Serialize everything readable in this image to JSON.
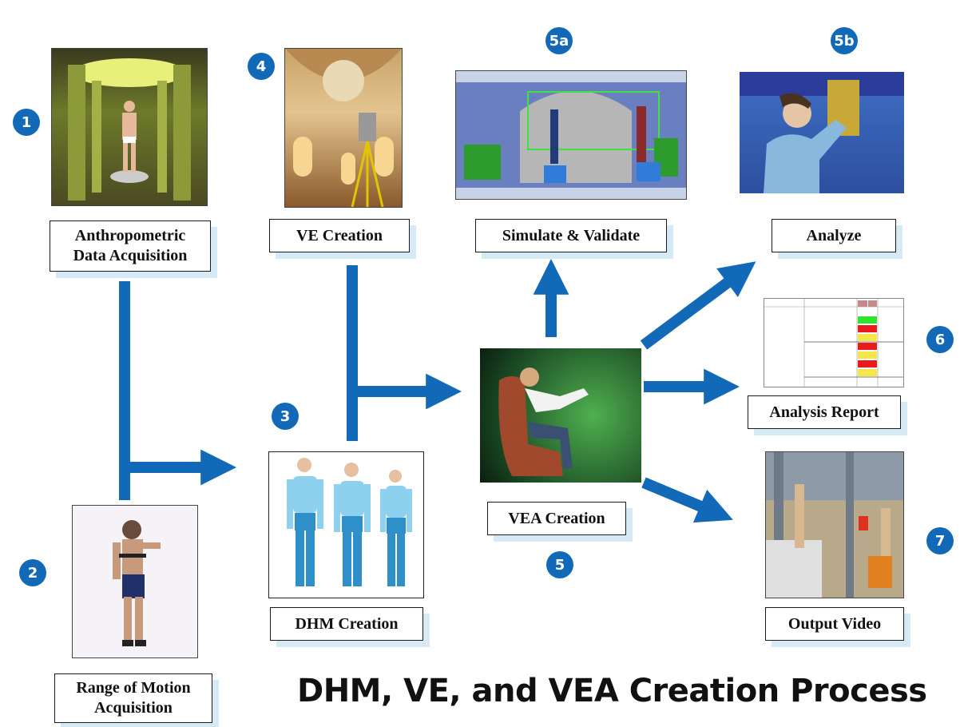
{
  "labels": {
    "anthropometric": "Anthropometric Data Acquisition",
    "ve_creation": "VE Creation",
    "simulate": "Simulate & Validate",
    "analyze": "Analyze",
    "analysis_report": "Analysis Report",
    "output_video": "Output Video",
    "vea_creation": "VEA Creation",
    "dhm_creation": "DHM Creation",
    "range_of_motion": "Range of Motion Acquisition"
  },
  "badges": {
    "b1": "1",
    "b2": "2",
    "b3": "3",
    "b4": "4",
    "b5": "5",
    "b5a": "5a",
    "b5b": "5b",
    "b6": "6",
    "b7": "7"
  },
  "title": "DHM, VE, and VEA Creation Process",
  "colors": {
    "arrow": "#1169b8",
    "badge": "#1169b8",
    "shadow": "#d6eaf5"
  }
}
